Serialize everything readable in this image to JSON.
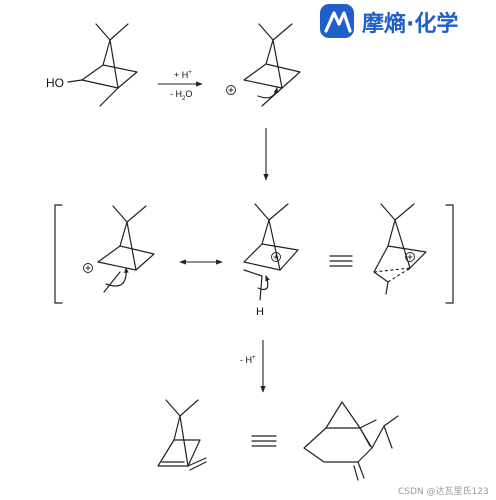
{
  "brand": {
    "name": "摩熵·化学",
    "logo_icon": "stylized-m-logo-icon",
    "color": "#1f5fc9"
  },
  "labels": {
    "hydroxyl": "HO",
    "reagent_add_proton": "+ H",
    "reagent_add_proton_sup": "+",
    "reagent_lose_water_prefix": "- H",
    "reagent_lose_water_sub": "2",
    "reagent_lose_water_suffix": "O",
    "migrating_hydrogen": "H",
    "reagent_lose_proton": "- H",
    "reagent_lose_proton_sup": "+"
  },
  "watermark": "CSDN @达瓦里氏123"
}
